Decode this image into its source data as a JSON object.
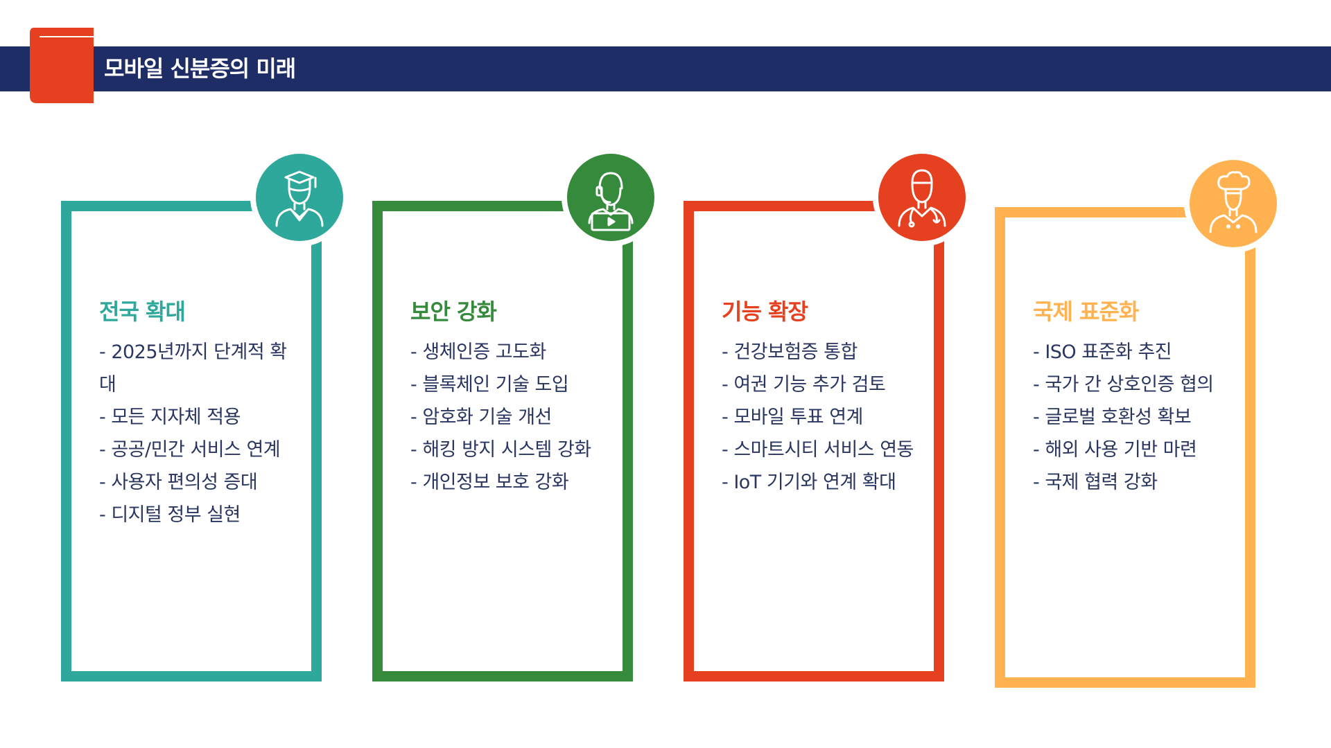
{
  "page": {
    "title": "모바일 신분증의 미래"
  },
  "colors": {
    "navy": "#1f2d66",
    "red": "#e5401f",
    "teal": "#2ea89a",
    "green": "#368a3c",
    "orange": "#ffb24f"
  },
  "cards": [
    {
      "title": "전국 확대",
      "color": "#2ea89a",
      "icon": "graduate-icon",
      "items": [
        "- 2025년까지 단계적 확대",
        "- 모든 지자체 적용",
        "- 공공/민간 서비스 연계",
        "- 사용자 편의성 증대",
        "- 디지털 정부 실현"
      ]
    },
    {
      "title": "보안 강화",
      "color": "#368a3c",
      "icon": "support-agent-icon",
      "items": [
        "- 생체인증 고도화",
        "- 블록체인 기술 도입",
        "- 암호화 기술 개선",
        "- 해킹 방지 시스템 강화",
        "- 개인정보 보호 강화"
      ]
    },
    {
      "title": "기능 확장",
      "color": "#e5401f",
      "icon": "doctor-icon",
      "items": [
        "- 건강보험증 통합",
        "- 여권 기능 추가 검토",
        "- 모바일 투표 연계",
        "- 스마트시티 서비스 연동",
        "- IoT 기기와 연계 확대"
      ]
    },
    {
      "title": "국제 표준화",
      "color": "#ffb24f",
      "icon": "chef-icon",
      "items": [
        "- ISO 표준화 추진",
        "- 국가 간 상호인증 협의",
        "- 글로벌 호환성 확보",
        "- 해외 사용 기반 마련",
        "- 국제 협력 강화"
      ]
    }
  ]
}
